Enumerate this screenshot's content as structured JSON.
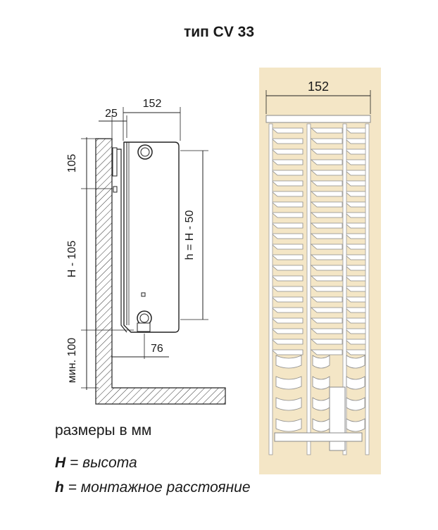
{
  "title": "тип CV 33",
  "side_view": {
    "depth_label": "152",
    "wall_gap_label": "25",
    "top_offset_label": "105",
    "center_distance_label": "H - 105",
    "floor_min_label": "мин. 100",
    "mount_distance_label": "h = H - 50",
    "bottom_offset_label": "76"
  },
  "top_view": {
    "width_label": "152",
    "background_color": "#f4e6c6"
  },
  "legend": {
    "units": "размеры в мм",
    "H_symbol": "H",
    "H_text": " = высота",
    "h_symbol": "h",
    "h_text": " = монтажное расстояние"
  }
}
